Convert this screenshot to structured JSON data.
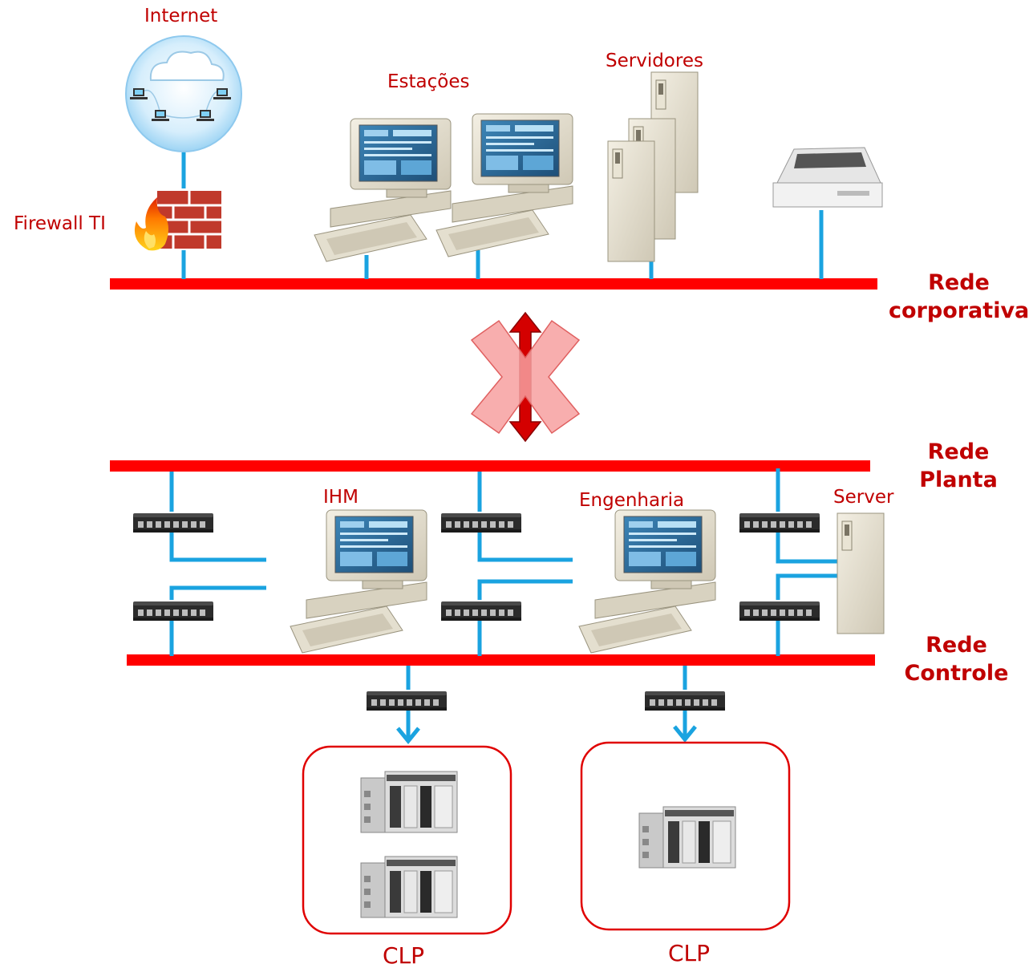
{
  "labels": {
    "internet": "Internet",
    "estacoes": "Estações",
    "servidores": "Servidores",
    "firewall": "Firewall TI",
    "ihm": "IHM",
    "engenharia": "Engenharia",
    "server": "Server",
    "clp_left": "CLP",
    "clp_right": "CLP"
  },
  "networks": {
    "corporativa": [
      "Rede",
      "corporativa"
    ],
    "planta": [
      "Rede",
      "Planta"
    ],
    "controle": [
      "Rede",
      "Controle"
    ]
  },
  "colors": {
    "bus": "#ff0000",
    "cable": "#1aa3e0",
    "label": "#c00000",
    "blocked_cross": "#f7a0a0"
  },
  "icons": [
    "internet-cloud-icon",
    "firewall-icon",
    "workstation-icon",
    "tower-server-icon",
    "printer-icon",
    "network-switch-icon",
    "plc-icon",
    "blocked-cross-icon"
  ]
}
